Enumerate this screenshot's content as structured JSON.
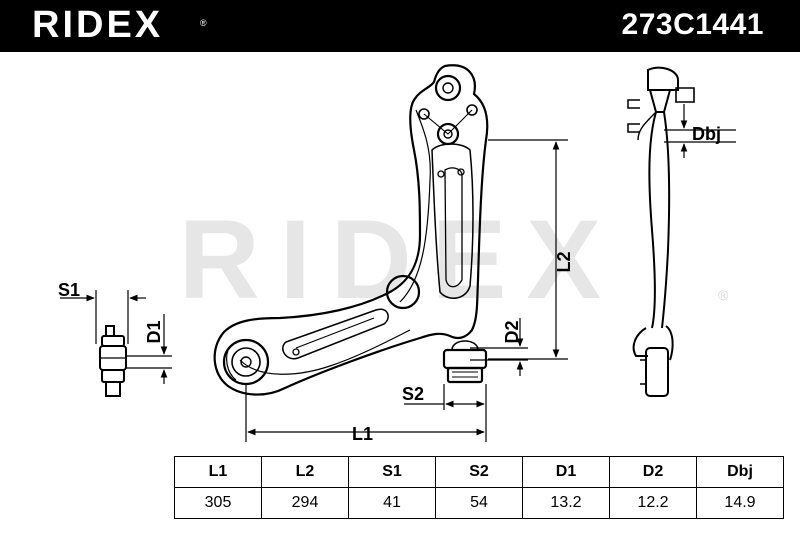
{
  "header": {
    "brand": "RIDEX",
    "part_number": "273C1441"
  },
  "watermark": {
    "text": "RIDEX"
  },
  "dimension_labels": {
    "s1": "S1",
    "d1": "D1",
    "l1": "L1",
    "l2": "L2",
    "s2": "S2",
    "d2": "D2",
    "dbj": "Dbj"
  },
  "spec_table": {
    "headers": [
      "L1",
      "L2",
      "S1",
      "S2",
      "D1",
      "D2",
      "Dbj"
    ],
    "values": [
      "305",
      "294",
      "41",
      "54",
      "13.2",
      "12.2",
      "14.9"
    ]
  },
  "colors": {
    "header_bg": "#000000",
    "header_text": "#ffffff",
    "line": "#000000",
    "watermark": "#e6e6e6"
  }
}
